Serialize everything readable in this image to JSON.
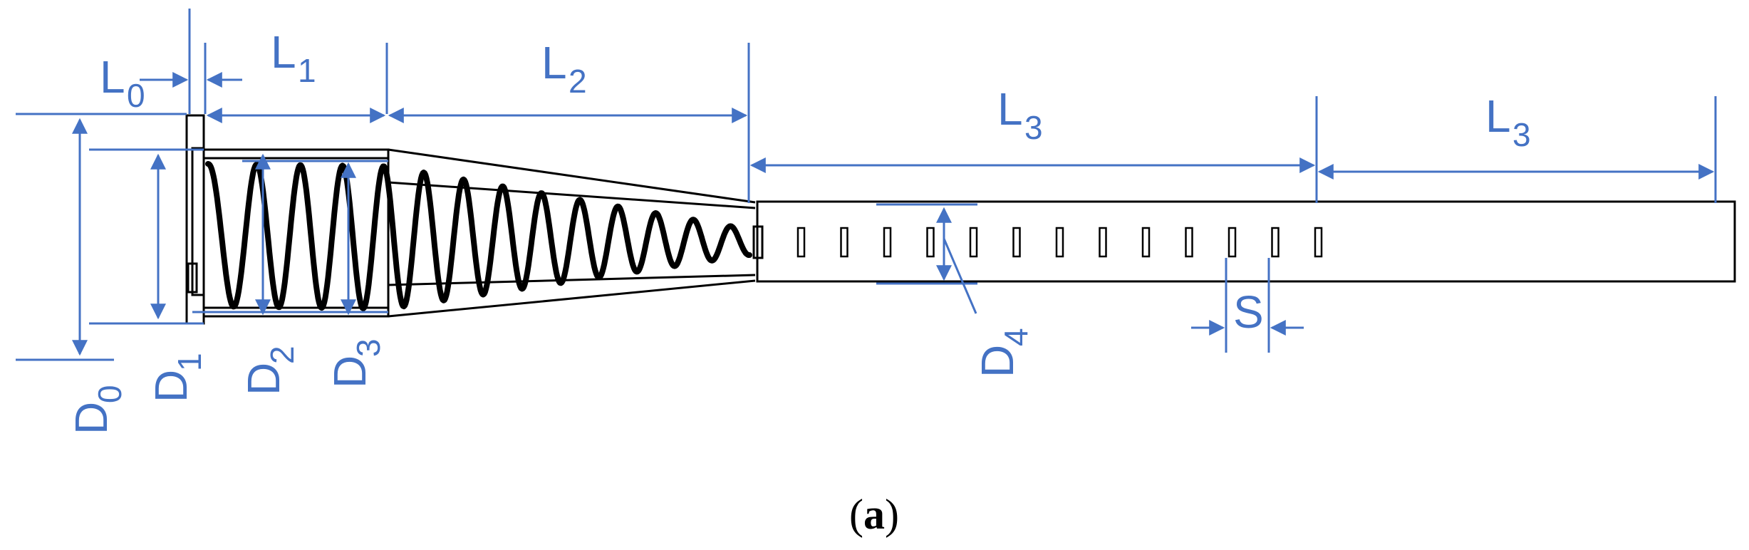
{
  "colors": {
    "dimension": "#4472C4",
    "outline": "#000000",
    "background": "#FFFFFF"
  },
  "labels": {
    "L0": {
      "main": "L",
      "sub": "0"
    },
    "L1": {
      "main": "L",
      "sub": "1"
    },
    "L2": {
      "main": "L",
      "sub": "2"
    },
    "L3a": {
      "main": "L",
      "sub": "3"
    },
    "L3b": {
      "main": "L",
      "sub": "3"
    },
    "D0": {
      "main": "D",
      "sub": "0"
    },
    "D1": {
      "main": "D",
      "sub": "1"
    },
    "D2": {
      "main": "D",
      "sub": "2"
    },
    "D3": {
      "main": "D",
      "sub": "3"
    },
    "D4": {
      "main": "D",
      "sub": "4"
    },
    "S": "S"
  },
  "caption": {
    "open": "(",
    "letter": "a",
    "close": ")"
  }
}
